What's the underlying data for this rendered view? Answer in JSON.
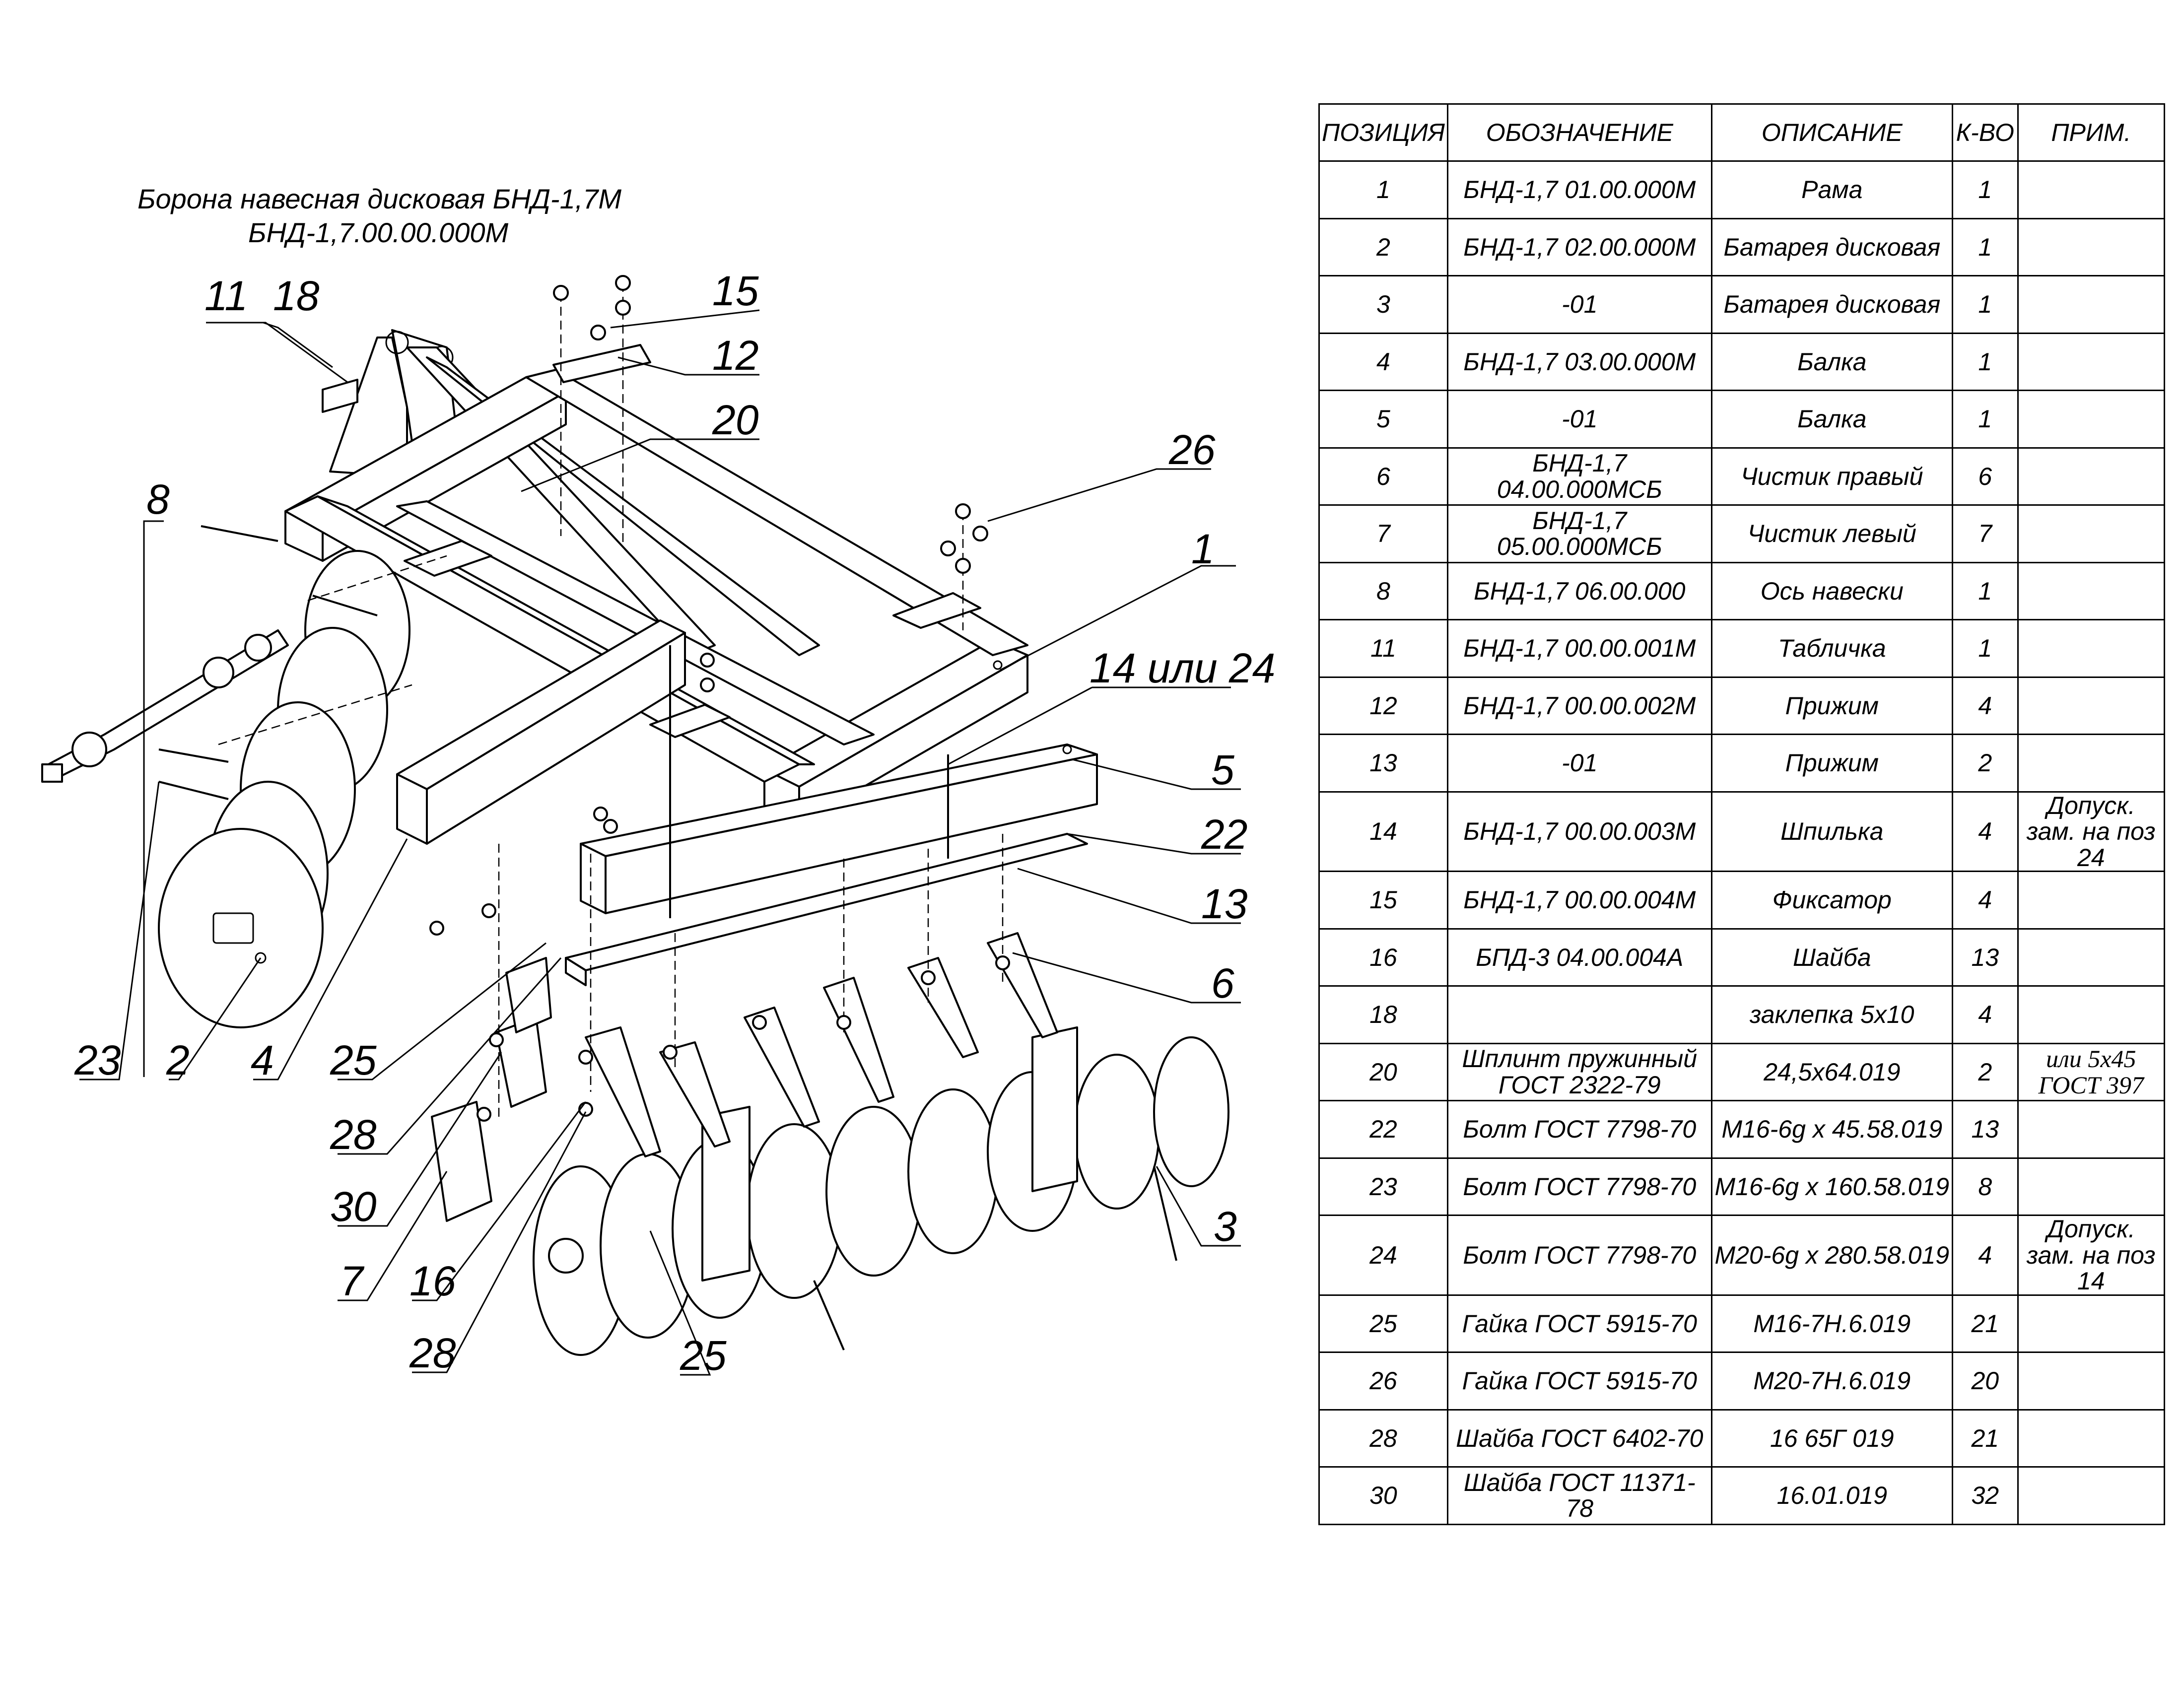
{
  "title": {
    "line1": "Борона навесная дисковая БНД-1,7М",
    "line2": "БНД-1,7.00.00.000М"
  },
  "callouts": [
    "11",
    "18",
    "15",
    "12",
    "20",
    "26",
    "8",
    "1",
    "14 или 24",
    "5",
    "22",
    "13",
    "6",
    "23",
    "2",
    "4",
    "25",
    "28",
    "30",
    "7",
    "16",
    "28",
    "25",
    "3"
  ],
  "table": {
    "headers": [
      "ПОЗИЦИЯ",
      "ОБОЗНАЧЕНИЕ",
      "ОПИСАНИЕ",
      "К-ВО",
      "ПРИМ."
    ],
    "rows": [
      {
        "pos": "1",
        "designation": "БНД-1,7 01.00.000М",
        "description": "Рама",
        "qty": "1",
        "note": ""
      },
      {
        "pos": "2",
        "designation": "БНД-1,7 02.00.000М",
        "description": "Батарея дисковая",
        "qty": "1",
        "note": ""
      },
      {
        "pos": "3",
        "designation": "-01",
        "description": "Батарея дисковая",
        "qty": "1",
        "note": ""
      },
      {
        "pos": "4",
        "designation": "БНД-1,7 03.00.000М",
        "description": "Балка",
        "qty": "1",
        "note": ""
      },
      {
        "pos": "5",
        "designation": "-01",
        "description": "Балка",
        "qty": "1",
        "note": ""
      },
      {
        "pos": "6",
        "designation": "БНД-1,7 04.00.000МСБ",
        "description": "Чистик правый",
        "qty": "6",
        "note": ""
      },
      {
        "pos": "7",
        "designation": "БНД-1,7 05.00.000МСБ",
        "description": "Чистик левый",
        "qty": "7",
        "note": ""
      },
      {
        "pos": "8",
        "designation": "БНД-1,7 06.00.000",
        "description": "Ось навески",
        "qty": "1",
        "note": ""
      },
      {
        "pos": "11",
        "designation": "БНД-1,7 00.00.001М",
        "description": "Табличка",
        "qty": "1",
        "note": ""
      },
      {
        "pos": "12",
        "designation": "БНД-1,7 00.00.002М",
        "description": "Прижим",
        "qty": "4",
        "note": ""
      },
      {
        "pos": "13",
        "designation": "-01",
        "description": "Прижим",
        "qty": "2",
        "note": ""
      },
      {
        "pos": "14",
        "designation": "БНД-1,7 00.00.003М",
        "description": "Шпилька",
        "qty": "4",
        "note": "Допуск. зам. на поз 24"
      },
      {
        "pos": "15",
        "designation": "БНД-1,7 00.00.004М",
        "description": "Фиксатор",
        "qty": "4",
        "note": ""
      },
      {
        "pos": "16",
        "designation": "БПД-3 04.00.004А",
        "description": "Шайба",
        "qty": "13",
        "note": ""
      },
      {
        "pos": "18",
        "designation": "",
        "description": "заклепка 5х10",
        "qty": "4",
        "note": ""
      },
      {
        "pos": "20",
        "designation": "Шплинт пружинный ГОСТ 2322-79",
        "description": "24,5х64.019",
        "qty": "2",
        "note": "или 5х45 ГОСТ 397"
      },
      {
        "pos": "22",
        "designation": "Болт ГОСТ 7798-70",
        "description": "М16-6g х 45.58.019",
        "qty": "13",
        "note": ""
      },
      {
        "pos": "23",
        "designation": "Болт ГОСТ 7798-70",
        "description": "М16-6g х 160.58.019",
        "qty": "8",
        "note": ""
      },
      {
        "pos": "24",
        "designation": "Болт ГОСТ 7798-70",
        "description": "М20-6g х 280.58.019",
        "qty": "4",
        "note": "Допуск. зам. на поз 14"
      },
      {
        "pos": "25",
        "designation": "Гайка ГОСТ 5915-70",
        "description": "М16-7Н.6.019",
        "qty": "21",
        "note": ""
      },
      {
        "pos": "26",
        "designation": "Гайка ГОСТ 5915-70",
        "description": "М20-7Н.6.019",
        "qty": "20",
        "note": ""
      },
      {
        "pos": "28",
        "designation": "Шайба ГОСТ 6402-70",
        "description": "16 65Г 019",
        "qty": "21",
        "note": ""
      },
      {
        "pos": "30",
        "designation": "Шайба ГОСТ 11371-78",
        "description": "16.01.019",
        "qty": "32",
        "note": ""
      }
    ]
  }
}
